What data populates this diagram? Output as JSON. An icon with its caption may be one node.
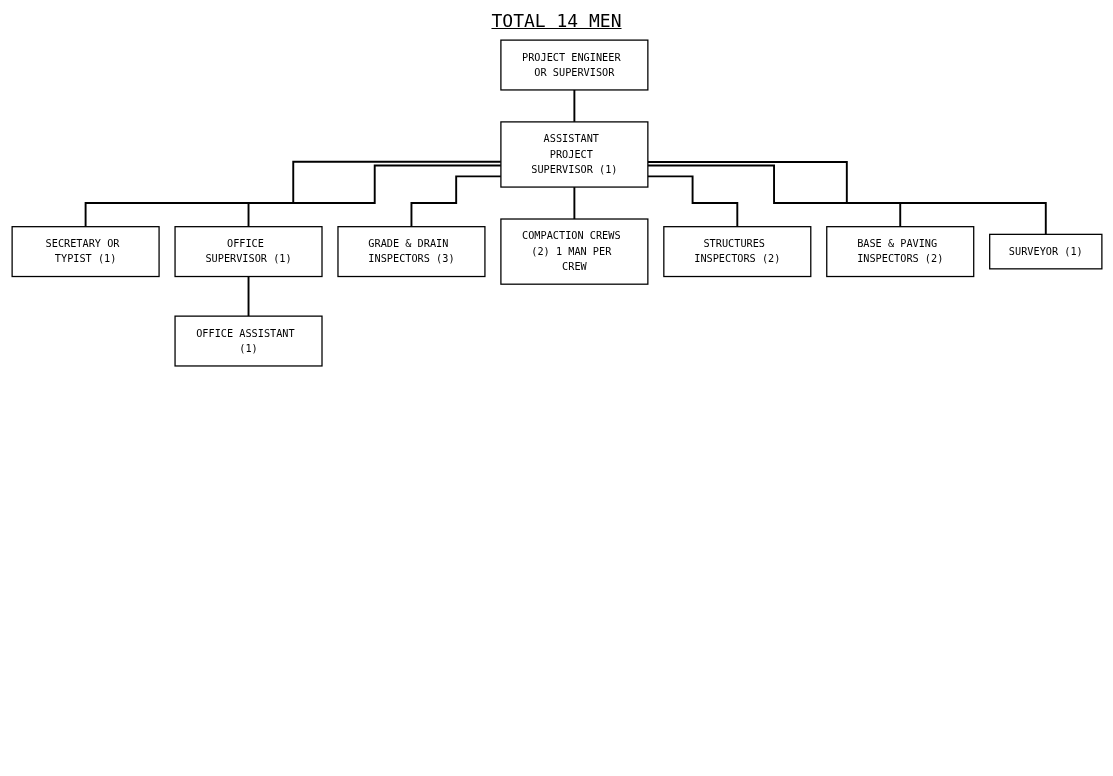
{
  "diagram": {
    "title": "TOTAL 14 MEN",
    "nodes": [
      {
        "text": [
          "PROJECT ENGINEER OR SUPERVISOR"
        ]
      },
      {
        "text": [
          "ASSISTANT PROJECT SUPERVISOR (1)"
        ]
      },
      {
        "text": [
          "SECRETARY OR TYPIST (1)"
        ]
      },
      {
        "text": [
          "OFFICE SUPERVISOR (1)"
        ]
      },
      {
        "text": [
          "OFFICE ASSISTANT (1)"
        ]
      },
      {
        "text": [
          "GRADE & DRAIN INSPECTORS (3)"
        ]
      },
      {
        "text": [
          "COMPACTION CREWS (2) 1 MAN PER CREW"
        ]
      },
      {
        "text": [
          "STRUCTURES INSPECTORS (2)"
        ]
      },
      {
        "text": [
          "BASE & PAVING INSPECTORS (2)"
        ]
      },
      {
        "text": [
          "SURVEYOR (1)"
        ]
      }
    ],
    "edges": [
      {
        "from": 0,
        "to": 1,
        "arrow": "none"
      },
      {
        "from": 1,
        "to": 2,
        "arrow": "none"
      },
      {
        "from": 1,
        "to": 3,
        "arrow": "none"
      },
      {
        "from": 3,
        "to": 4,
        "arrow": "none"
      },
      {
        "from": 1,
        "to": 5,
        "arrow": "none"
      },
      {
        "from": 1,
        "to": 6,
        "arrow": "none"
      },
      {
        "from": 1,
        "to": 7,
        "arrow": "none"
      },
      {
        "from": 1,
        "to": 8,
        "arrow": "none"
      },
      {
        "from": 1,
        "to": 9,
        "arrow": "none"
      }
    ]
  }
}
